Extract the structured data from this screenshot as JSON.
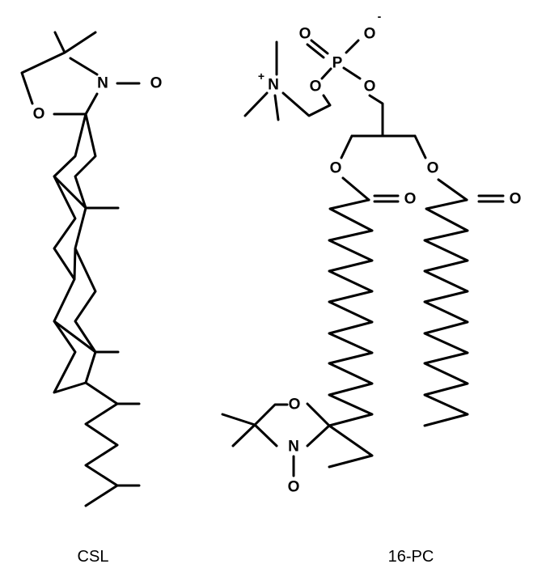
{
  "molecules": {
    "csl": {
      "name": "CSL"
    },
    "pc": {
      "name": "16-PC"
    }
  },
  "atoms": {
    "O": "O",
    "N": "N",
    "P": "P",
    "plus": "+",
    "minus": "-"
  },
  "colors": {
    "ink": "#000000",
    "background": "#ffffff"
  }
}
